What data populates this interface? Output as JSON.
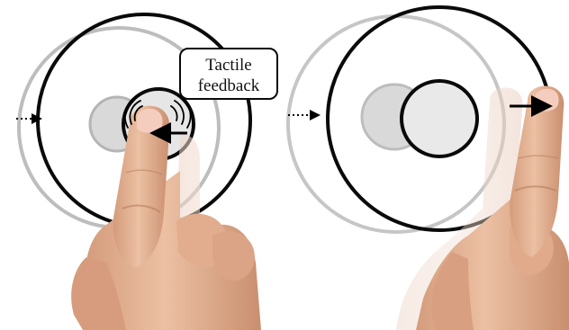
{
  "callout": {
    "line1": "Tactile",
    "line2": "feedback"
  },
  "colors": {
    "outline": "#0a0a0a",
    "ghost_ring": "#bdbdbd",
    "knob_fill": "#d6d6d6",
    "skin": "#e9b89a",
    "skin_shadow": "#c88e6e",
    "nail": "#f6d3c8",
    "arrow": "#000000"
  },
  "panels": [
    {
      "name": "left-panel",
      "arrow_direction": "left",
      "motion_arrow": "dotted-right"
    },
    {
      "name": "right-panel",
      "arrow_direction": "right",
      "motion_arrow": "dotted-right"
    }
  ],
  "icons": [
    "tactile-waves-icon",
    "arrow-left-icon",
    "arrow-right-icon",
    "dotted-arrow-icon"
  ]
}
